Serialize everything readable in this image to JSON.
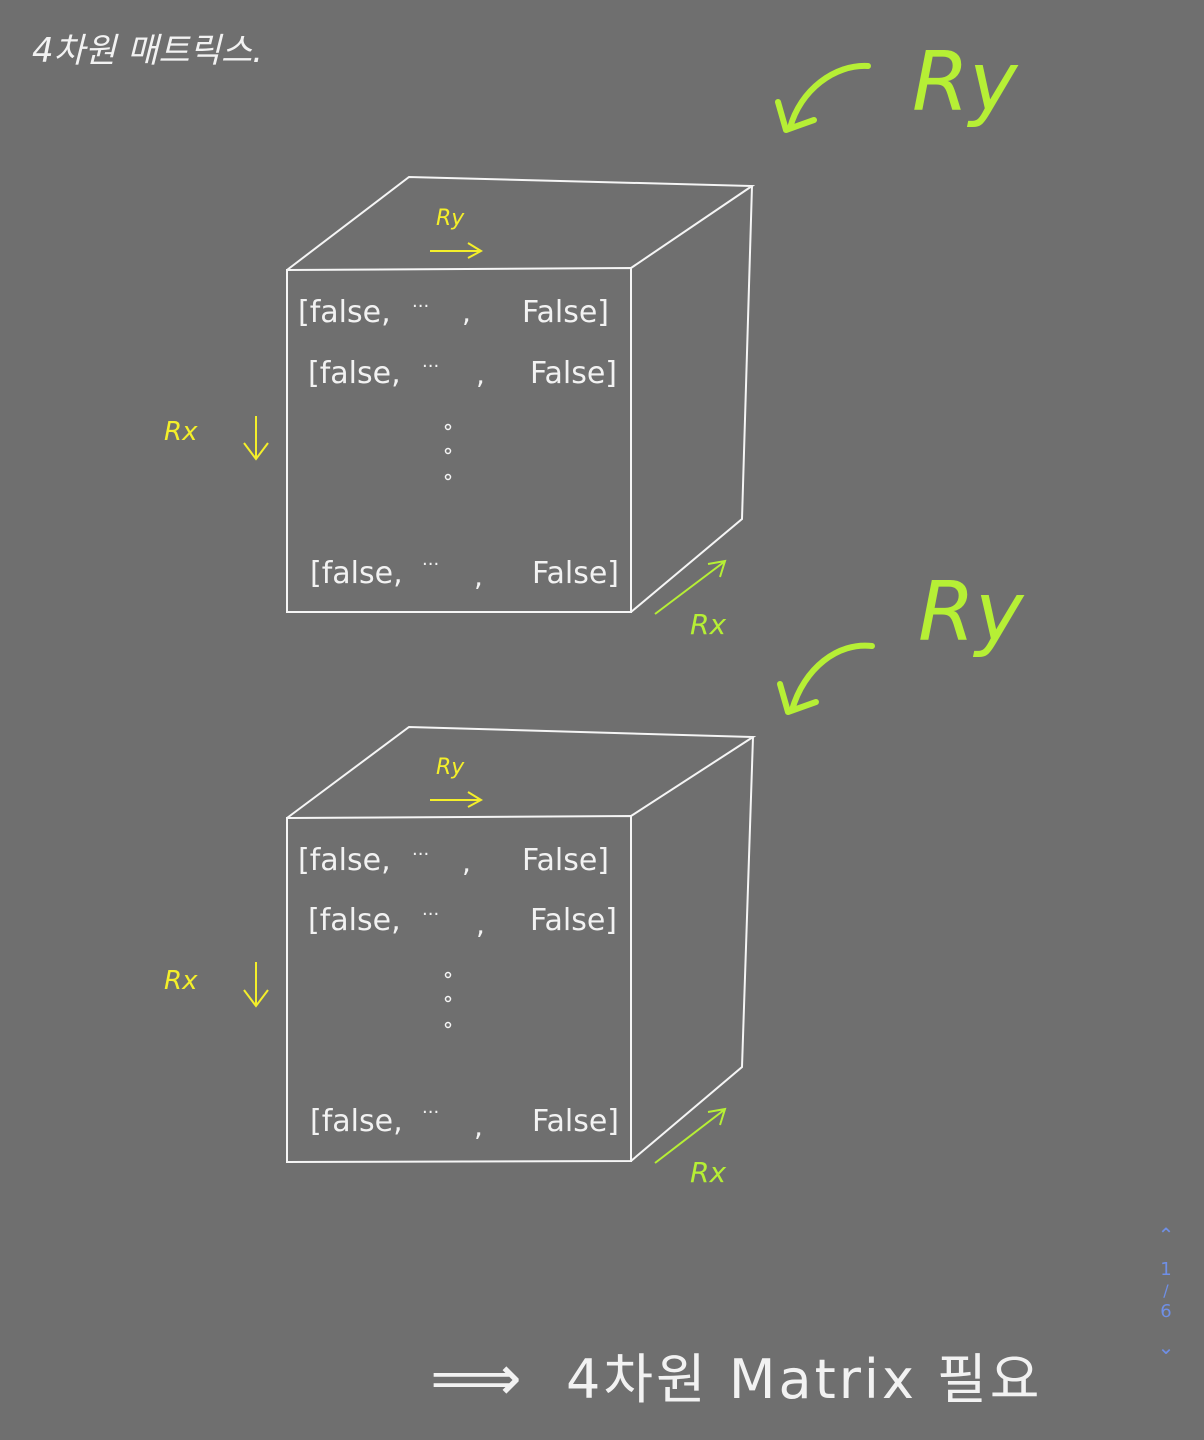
{
  "page_title": "4차원 매트릭스.",
  "colors": {
    "background": "#6f6f6f",
    "ink_white": "#f5f5f5",
    "ink_yellow": "#f4ef2a",
    "ink_green": "#b6ef35",
    "nav_blue": "#6f8fe6"
  },
  "cubes": [
    {
      "big_label": "Ry",
      "top_label": "Ry",
      "side_label": "Rx",
      "depth_label": "Rx",
      "rows": [
        {
          "first": "[false,",
          "dots": "···",
          "comma": ",",
          "last": "False]"
        },
        {
          "first": "[false,",
          "dots": "···",
          "comma": ",",
          "last": "False]"
        },
        {
          "first": "[false,",
          "dots": "···",
          "comma": ",",
          "last": "False]"
        }
      ]
    },
    {
      "big_label": "Ry",
      "top_label": "Ry",
      "side_label": "Rx",
      "depth_label": "Rx",
      "rows": [
        {
          "first": "[false,",
          "dots": "···",
          "comma": ",",
          "last": "False]"
        },
        {
          "first": "[false,",
          "dots": "···",
          "comma": ",",
          "last": "False]"
        },
        {
          "first": "[false,",
          "dots": "···",
          "comma": ",",
          "last": "False]"
        }
      ]
    }
  ],
  "conclusion": {
    "arrow": "⟹",
    "text": "4차원 Matrix 필요"
  },
  "page_nav": {
    "up_icon": "chevron-up-icon",
    "down_icon": "chevron-down-icon",
    "current": "1",
    "separator": "/",
    "total": "6"
  }
}
